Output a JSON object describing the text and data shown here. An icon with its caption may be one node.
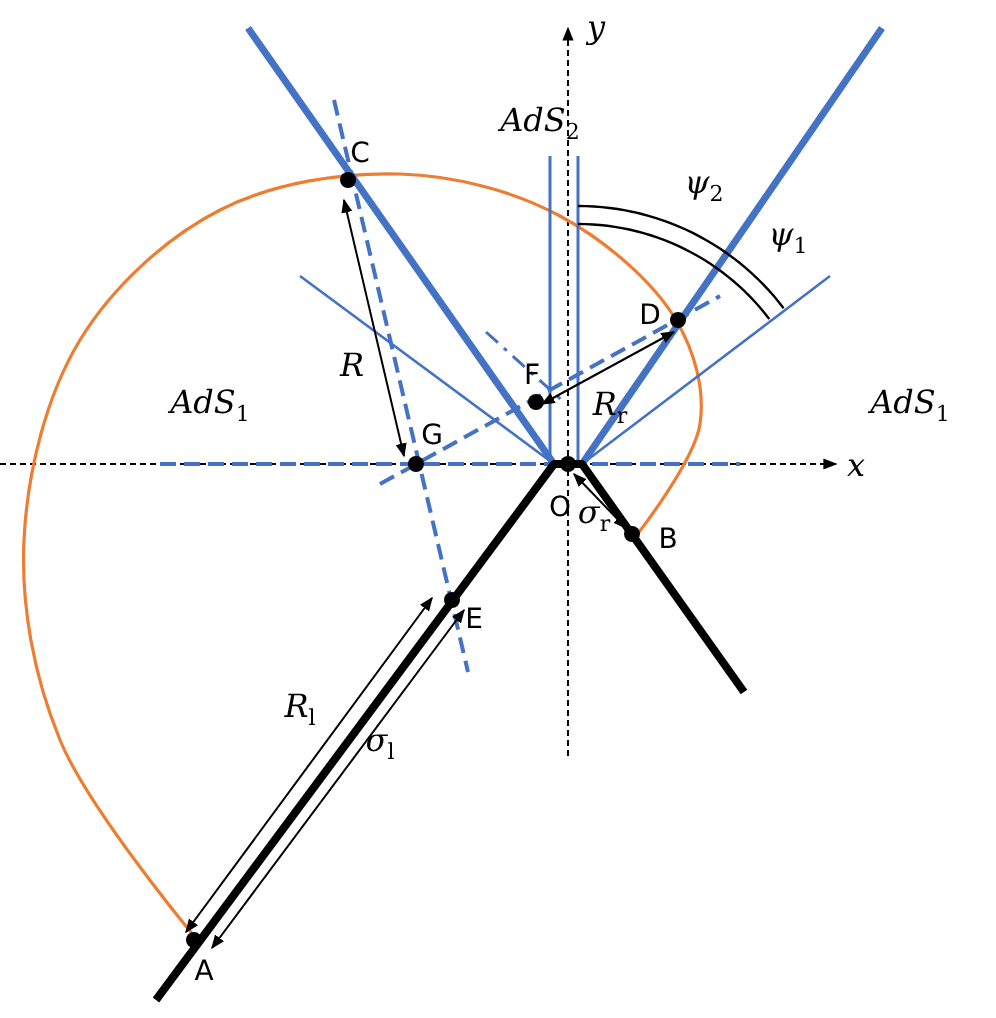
{
  "diagram": {
    "labels": [
      "y",
      "AdS$_{2}$",
      "ψ$_{2}$",
      "C",
      "ψ$_{1}$",
      "D",
      "AdS$_{1}$",
      "AdS$_{1}$",
      "R",
      "F",
      "R$_{r}$",
      "G",
      "x",
      "O",
      "σ$_{r}$",
      "B",
      "E",
      "R$_{l}$",
      "σ$_{l}$",
      "A"
    ]
  }
}
